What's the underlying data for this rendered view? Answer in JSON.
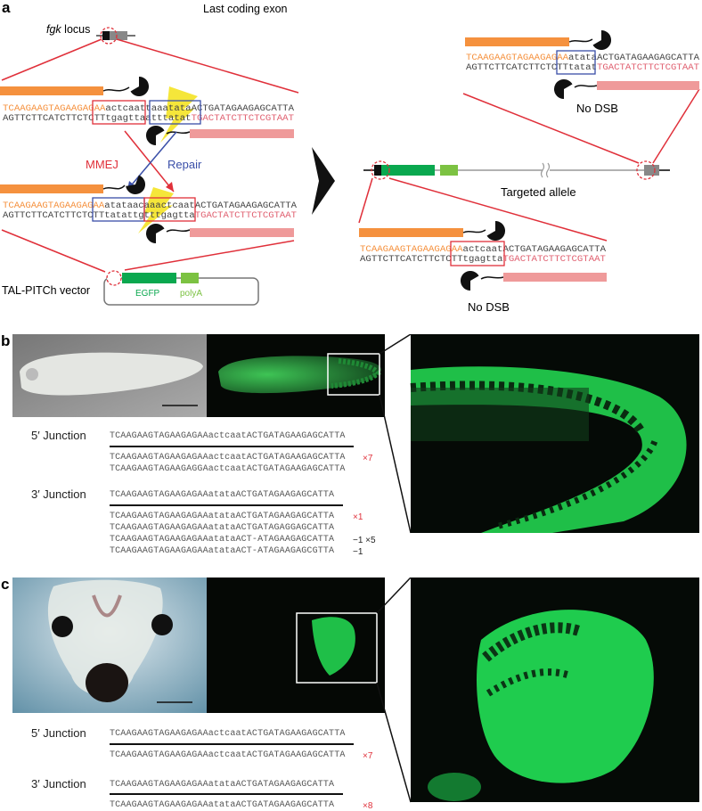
{
  "panel_a": {
    "letter": "a",
    "last_coding_exon": "Last coding exon",
    "locus_gene": "fgk",
    "locus_suffix": " locus",
    "left_top": {
      "s1_orange": "TCAAGAAGTAGAAGAGAA",
      "s1_dark": "actcaattaaatataACTGATAGAAGAGCATTA",
      "s2_dark": "AGTTCTTCATCTTCTCTTtgagttaatttatat",
      "s2_pink": "TGACTATCTTCTCGTAAT"
    },
    "mmej_label": "MMEJ",
    "repair_label": "Repair",
    "left_bottom": {
      "s1_orange": "TCAAGAAGTAGAAGAGAA",
      "s1_dark": "atataacaaactcaatACTGATAGAAGAGCATTA",
      "s2_dark": "AGTTCTTCATCTTCTCTTtatattgtttgagtta",
      "s2_pink": "TGACTATCTTCTCGTAAT"
    },
    "vector_label": "TAL-PITCh vector",
    "egfp_label": "EGFP",
    "polya_label": "polyA",
    "right_top": {
      "s1_orange": "TCAAGAAGTAGAAGAGAA",
      "s1_dark": "atataACTGATAGAAGAGCATTA",
      "s2_dark": "AGTTCTTCATCTTCTCTTtatat",
      "s2_pink": "TGACTATCTTCTCGTAAT",
      "no_dsb": "No DSB"
    },
    "targeted_allele": "Targeted allele",
    "right_bottom": {
      "s1_orange": "TCAAGAAGTAGAAGAGAA",
      "s1_dark": "actcaatACTGATAGAAGAGCATTA",
      "s2_dark": "AGTTCTTCATCTTCTCTTtgagtta",
      "s2_pink": "TGACTATCTTCTCGTAAT",
      "no_dsb": "No DSB"
    },
    "colors": {
      "orange": "#f5913e",
      "pink": "#ef9a9a",
      "green": "#0aa84f",
      "lightgreen": "#7cc242",
      "red": "#e0303a",
      "blue": "#3a4fa8",
      "yellow": "#f5e63a"
    }
  },
  "panel_b": {
    "letter": "b",
    "junction5_label": "5′ Junction",
    "junction5_ref": "TCAAGAAGTAGAAGAGAAactcaatACTGATAGAAGAGCATTA",
    "junction5_reads": [
      {
        "seq": "TCAAGAAGTAGAAGAGAAactcaatACTGATAGAAGAGCATTA",
        "note": "×7"
      },
      {
        "seq": "TCAAGAAGTAGAAGAGGAactcaatACTGATAGAAGAGCATTA",
        "note": ""
      }
    ],
    "junction3_label": "3′ Junction",
    "junction3_ref": "TCAAGAAGTAGAAGAGAAatataACTGATAGAAGAGCATTA",
    "junction3_reads": [
      {
        "seq": "TCAAGAAGTAGAAGAGAAatataACTGATAGAAGAGCATTA",
        "note": "×1"
      },
      {
        "seq": "TCAAGAAGTAGAAGAGAAatataACTGATAGAGGAGCATTA",
        "note": ""
      },
      {
        "seq": "TCAAGAAGTAGAAGAGAAatataACT-ATAGAAGAGCATTA",
        "note": "−1 ×5"
      },
      {
        "seq": "TCAAGAAGTAGAAGAGAAatataACT-ATAGAAGAGCGTTA",
        "note": "−1"
      }
    ]
  },
  "panel_c": {
    "letter": "c",
    "junction5_label": "5′ Junction",
    "junction5_ref": "TCAAGAAGTAGAAGAGAAactcaatACTGATAGAAGAGCATTA",
    "junction5_reads": [
      {
        "seq": "TCAAGAAGTAGAAGAGAAactcaatACTGATAGAAGAGCATTA",
        "note": "×7"
      }
    ],
    "junction3_label": "3′ Junction",
    "junction3_ref": "TCAAGAAGTAGAAGAGAAatataACTGATAGAAGAGCATTA",
    "junction3_reads": [
      {
        "seq": "TCAAGAAGTAGAAGAGAAatataACTGATAGAAGAGCATTA",
        "note": "×8"
      }
    ]
  }
}
